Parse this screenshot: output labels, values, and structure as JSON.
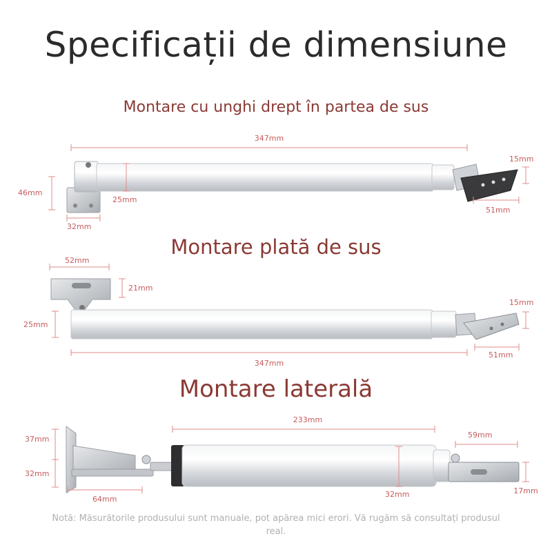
{
  "title": "Specificații de dimensiune",
  "sections": {
    "top_right_angle": {
      "heading": "Montare cu unghi drept în partea de sus",
      "dims": {
        "length": "347mm",
        "bracket_height": "46mm",
        "bracket_width": "32mm",
        "diameter": "25mm",
        "end_height": "15mm",
        "end_width": "51mm"
      }
    },
    "top_flat": {
      "heading": "Montare plată de sus",
      "dims": {
        "bracket_width": "52mm",
        "bracket_height": "21mm",
        "diameter": "25mm",
        "length": "347mm",
        "end_height": "15mm",
        "end_width": "51mm"
      }
    },
    "side": {
      "heading": "Montare laterală",
      "dims": {
        "body_length": "233mm",
        "end_width": "59mm",
        "bracket_upper": "37mm",
        "bracket_lower": "32mm",
        "bracket_width": "64mm",
        "diameter": "32mm",
        "end_height": "17mm"
      }
    }
  },
  "note": "Notă: Măsurătorile produsului sunt manuale, pot apărea mici erori. Vă rugăm să consultați produsul real.",
  "colors": {
    "title": "#2b2b2b",
    "heading": "#8a3a34",
    "dimension": "#c55c5c",
    "note": "#b0b0b0",
    "metal": "#d8dade"
  }
}
